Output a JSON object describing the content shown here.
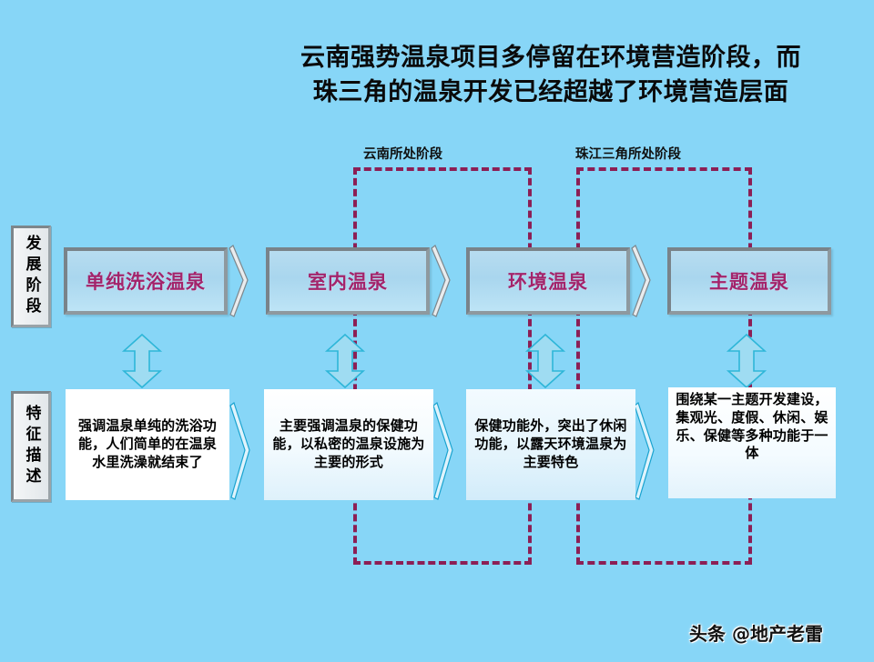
{
  "title": {
    "line1": "云南强势温泉项目多停留在环境营造阶段，而",
    "line2": "珠三角的温泉开发已经超越了环境营造层面"
  },
  "regions": {
    "yunnan_label": "云南所处阶段",
    "zhujiang_label": "珠江三角所处阶段",
    "dash_color": "#8c1f55"
  },
  "row_captions": {
    "stage": "发展阶段",
    "description": "特征描述"
  },
  "stages": [
    {
      "label": "单纯洗浴温泉"
    },
    {
      "label": "室内温泉"
    },
    {
      "label": "环境温泉"
    },
    {
      "label": "主题温泉"
    }
  ],
  "descriptions": [
    {
      "text": "强调温泉单纯的洗浴功能，人们简单的在温泉水里洗澡就结束了"
    },
    {
      "text": "主要强调温泉的保健功能，以私密的温泉设施为主要的形式"
    },
    {
      "text": "保健功能外，突出了休闲功能，以露天环境温泉为主要特色"
    },
    {
      "text": "围绕某一主题开发建设，集观光、度假、休闲、娱乐、保健等多种功能于一体"
    }
  ],
  "watermark": "头条 @地产老雷",
  "colors": {
    "background": "#87d6f7",
    "stage_text": "#a3246b",
    "stage_fill": "#aed9ef",
    "arrow_stroke": "#2eb6d8",
    "dashed": "#8c1f55"
  }
}
